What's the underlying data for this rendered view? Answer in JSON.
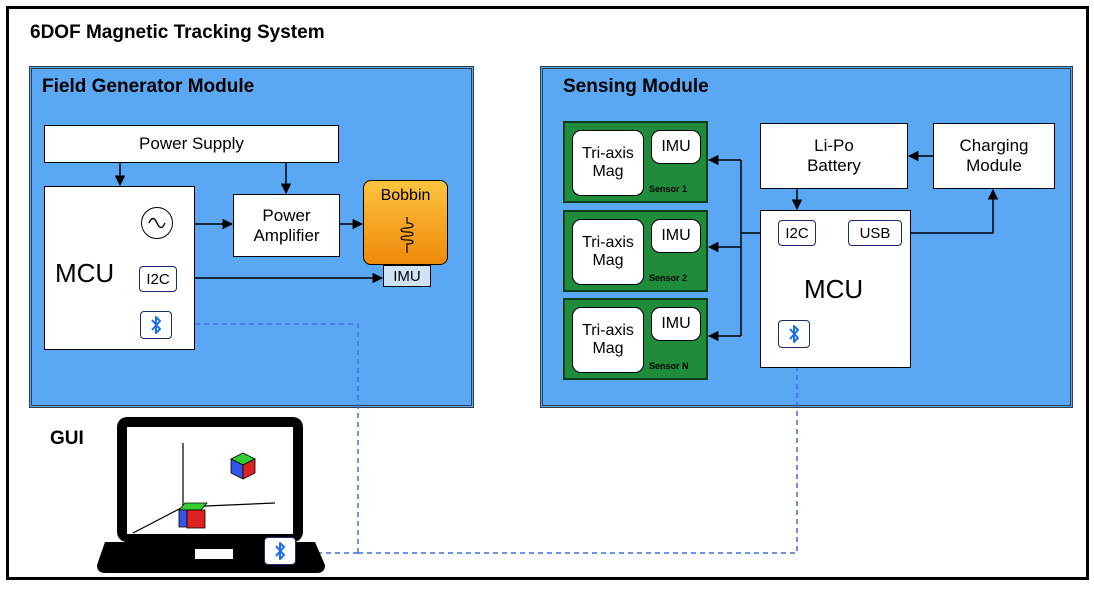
{
  "system_title": "6DOF Magnetic Tracking System",
  "field_generator": {
    "title": "Field Generator Module",
    "power_supply": "Power Supply",
    "power_amplifier": "Power\nAmplifier",
    "bobbin": "Bobbin",
    "bobbin_imu": "IMU",
    "mcu": "MCU",
    "mcu_i2c": "I2C"
  },
  "sensing": {
    "title": "Sensing Module",
    "sensors": [
      {
        "mag": "Tri-axis\nMag",
        "imu": "IMU",
        "label": "Sensor 1"
      },
      {
        "mag": "Tri-axis\nMag",
        "imu": "IMU",
        "label": "Sensor 2"
      },
      {
        "mag": "Tri-axis\nMag",
        "imu": "IMU",
        "label": "Sensor N"
      }
    ],
    "battery": "Li-Po\nBattery",
    "charging": "Charging\nModule",
    "mcu": "MCU",
    "mcu_i2c": "I2C",
    "mcu_usb": "USB"
  },
  "gui": {
    "label": "GUI"
  },
  "colors": {
    "module_fill": "#5aa7f4",
    "sensor_fill": "#1e8c3a",
    "bobbin_fill": "#f8a51e",
    "bluetooth": "#1a6fe6",
    "wireless_link": "#3f6fe0"
  },
  "icons": [
    "bluetooth-icon",
    "oscillator-icon",
    "coil-icon",
    "laptop-icon",
    "cube-icon"
  ]
}
